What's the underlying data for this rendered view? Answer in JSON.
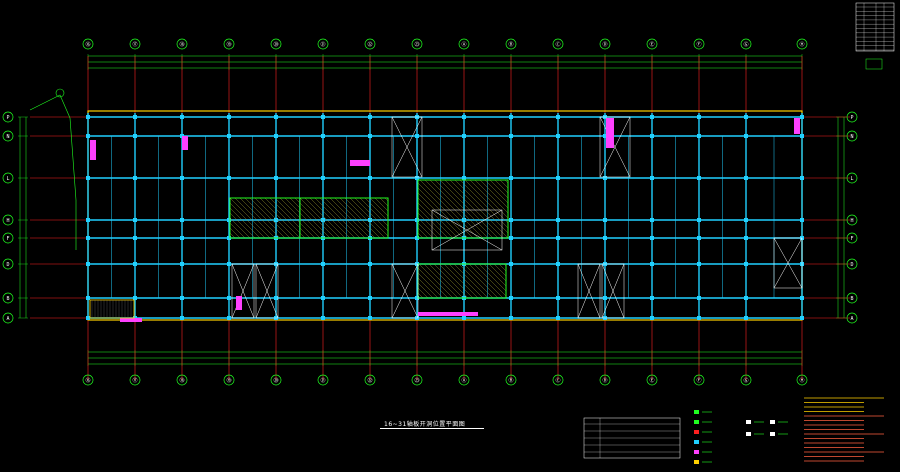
{
  "drawing": {
    "title": "16~31轴板开洞位置平面图",
    "colors": {
      "background": "#000000",
      "grid": "#ff2020",
      "beam": "#20d0ff",
      "wall": "#ffd000",
      "column": "#20d0ff",
      "hatch": "#20ff20",
      "highlight": "#ff40ff",
      "text": "#ffffff",
      "dimension": "#20ff20"
    },
    "top_axes": [
      "⑯",
      "⑰",
      "⑱",
      "⑲",
      "⑳",
      "㉑",
      "㉒",
      "㉓",
      "Ⓐ",
      "Ⓑ",
      "Ⓒ",
      "Ⓓ",
      "Ⓔ",
      "Ⓕ",
      "Ⓖ",
      "Ⓗ"
    ],
    "side_axes": [
      "P",
      "N",
      "L",
      "H",
      "F",
      "D",
      "B",
      "A"
    ]
  }
}
